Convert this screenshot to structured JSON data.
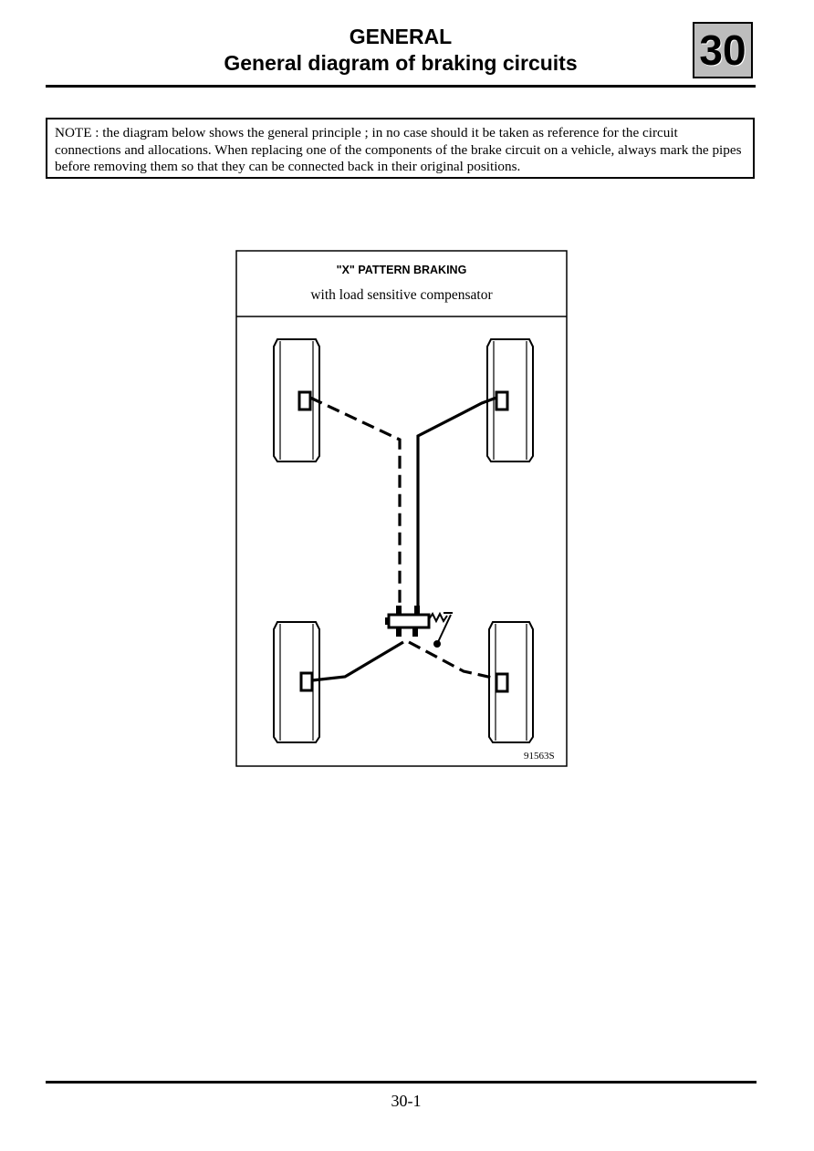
{
  "header": {
    "section": "GENERAL",
    "title": "General diagram of braking circuits",
    "section_number": "30"
  },
  "note": {
    "text": "NOTE : the diagram below shows the general principle ; in no case should it be taken as reference for the circuit connections and allocations. When replacing one of the components of the brake circuit on a vehicle, always mark the pipes before removing them so that they can be connected back in their original positions."
  },
  "diagram": {
    "title": "\"X\" PATTERN BRAKING",
    "subtitle": "with load sensitive compensator",
    "reference": "91563S"
  },
  "footer": {
    "page_number": "30-1"
  }
}
